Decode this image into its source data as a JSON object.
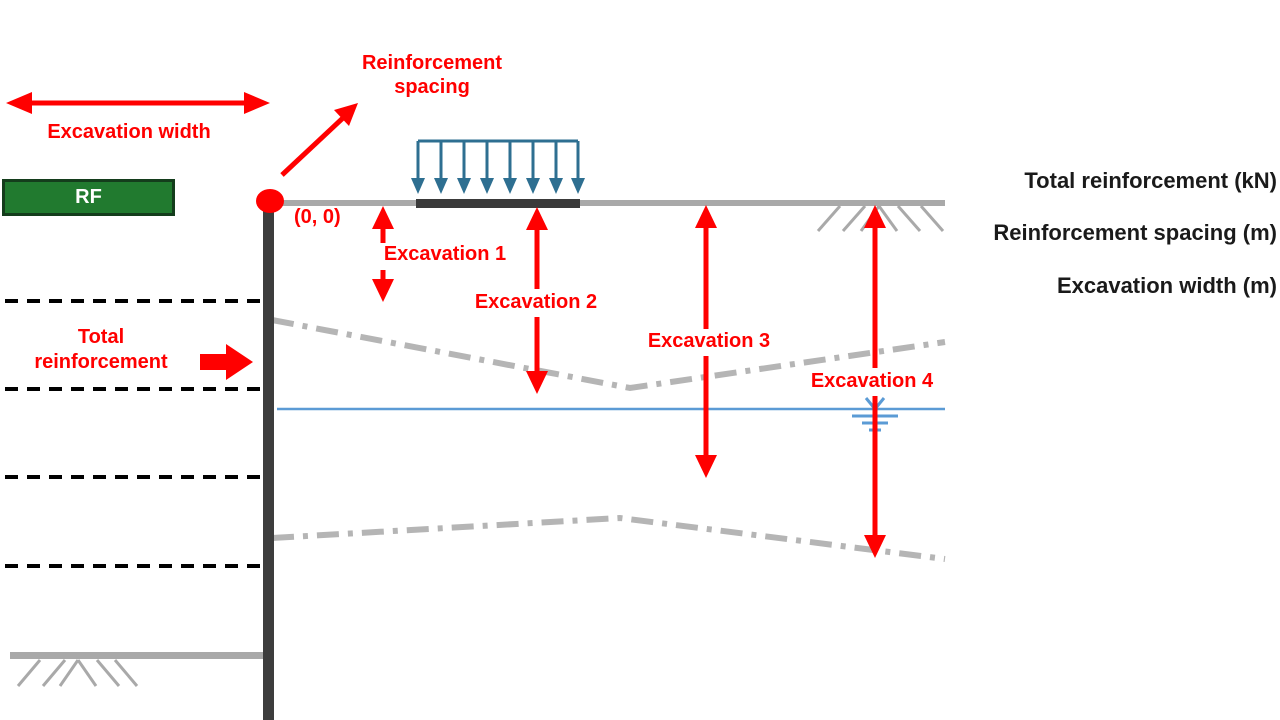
{
  "diagram": {
    "title_none": "",
    "origin_label": "(0, 0)",
    "rf_box": {
      "label": "RF"
    },
    "annotations": {
      "excavation_width": "Excavation width",
      "reinforcement_spacing": "Reinforcement\nspacing",
      "total_reinforcement": "Total\nreinforcement",
      "excavations": [
        {
          "label": "Excavation 1"
        },
        {
          "label": "Excavation 2"
        },
        {
          "label": "Excavation 3"
        },
        {
          "label": "Excavation 4"
        }
      ]
    },
    "legend": {
      "items": [
        "Total reinforcement (kN)",
        "Reinforcement spacing (m)",
        "Excavation width (m)"
      ]
    },
    "colors": {
      "annotation_red": "#ff0000",
      "rf_green": "#217a2f",
      "rf_border_green": "#143d1c",
      "ground_gray": "#a9a9a9",
      "wall_dark_gray": "#3d3d3d",
      "profile_gray": "#b5b5b5",
      "water_blue": "#5b9bd5",
      "load_blue": "#2e6f91",
      "surcharge_dark": "#3a3a3a",
      "dashed_black": "#000000",
      "legend_text": "#1a1a1a"
    }
  }
}
